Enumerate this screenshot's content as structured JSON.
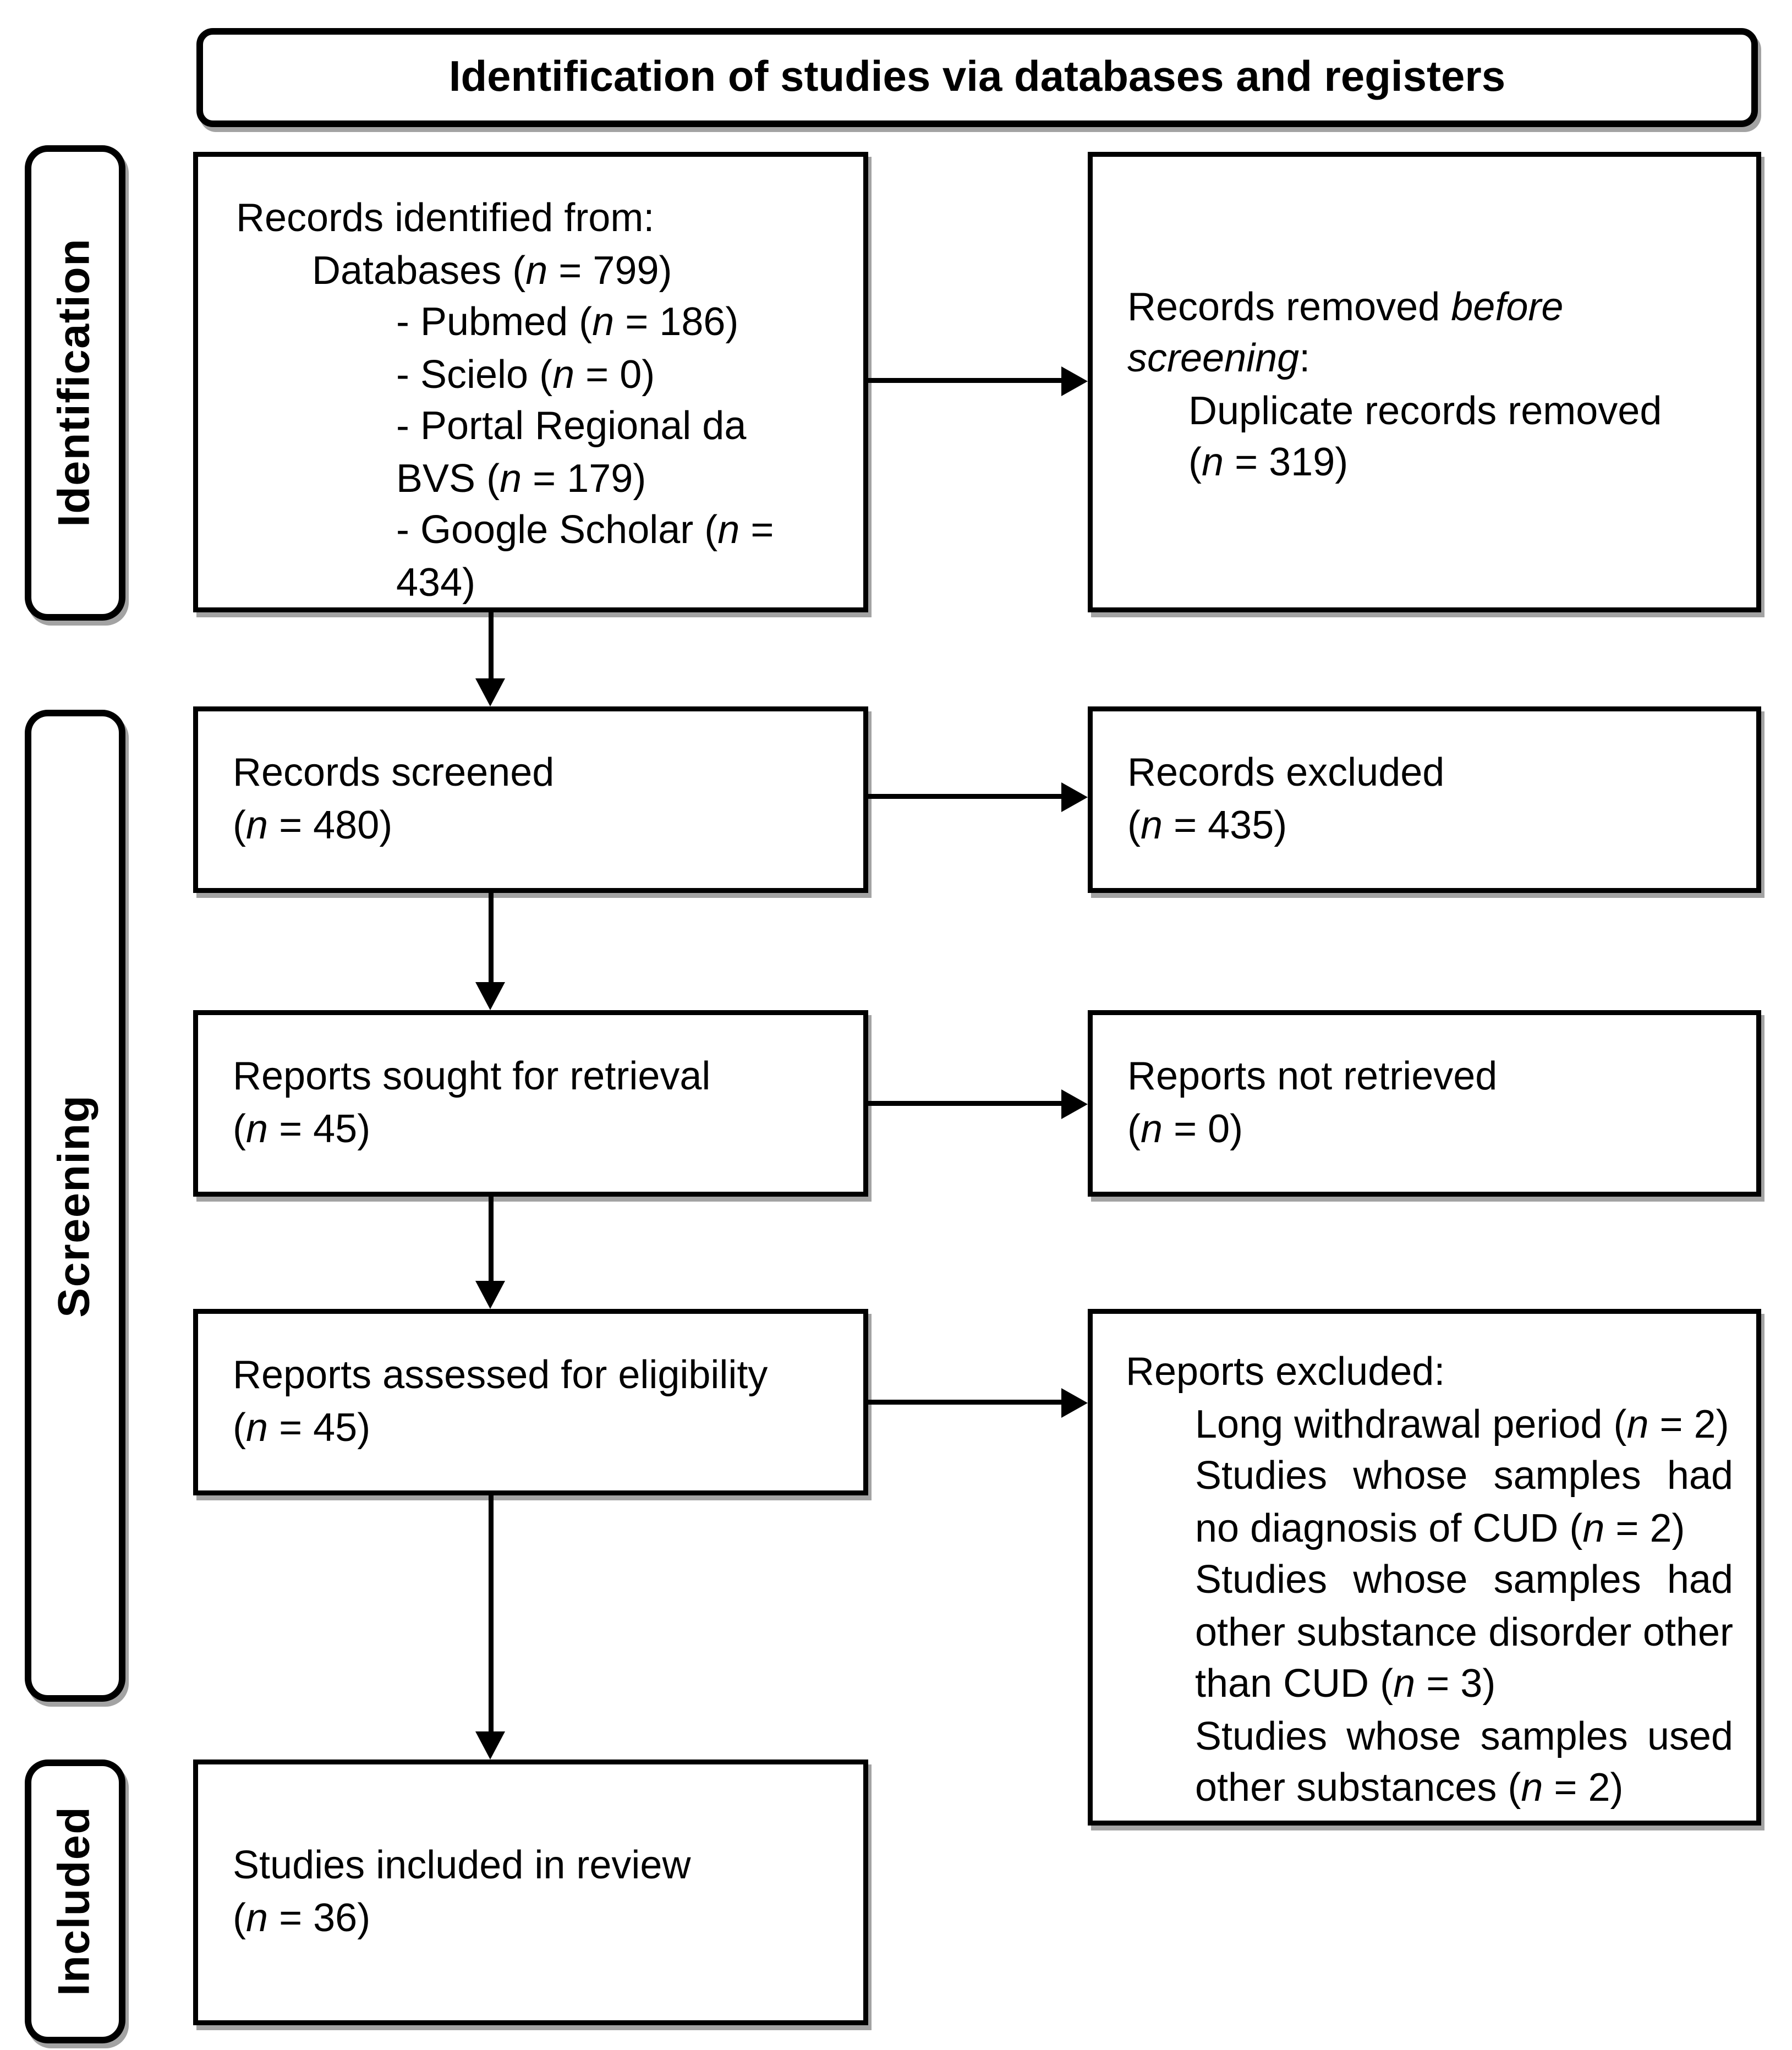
{
  "title": "Identification of studies via databases and registers",
  "sidebar": {
    "identification": "Identification",
    "screening": "Screening",
    "included": "Included"
  },
  "boxes": {
    "records_identified": {
      "lines": [
        "Records identified from:",
        "Databases (*n* = 799)",
        "- Pubmed (*n* = 186)",
        "- Scielo (*n* = 0)",
        "- Portal Regional da",
        "BVS (*n* = 179)",
        "- Google Scholar (*n* =",
        "434)"
      ]
    },
    "records_removed": {
      "lines": [
        "Records removed *before*",
        "*screening*:",
        "Duplicate records removed",
        "(*n* = 319)"
      ]
    },
    "records_screened": {
      "line1": "Records screened",
      "line2": "(*n* = 480)"
    },
    "records_excluded": {
      "line1": "Records excluded",
      "line2": "(*n* = 435)"
    },
    "reports_sought": {
      "line1": "Reports sought for retrieval",
      "line2": "(*n* = 45)"
    },
    "reports_not_retrieved": {
      "line1": "Reports not retrieved",
      "line2": "(*n* = 0)"
    },
    "reports_assessed": {
      "line1": "Reports assessed for eligibility",
      "line2": "(*n* = 45)"
    },
    "reports_excluded": {
      "heading": "Reports excluded:",
      "items": [
        "Long withdrawal period (*n* = 2)",
        "Studies whose samples had no diagnosis of CUD (*n* = 2)",
        "Studies whose samples had other substance disorder other than CUD (*n* = 3)",
        "Studies whose samples used other substances (*n* = 2)"
      ]
    },
    "studies_included": {
      "line1": "Studies included in review",
      "line2": "(*n* = 36)"
    }
  },
  "colors": {
    "border": "#000000",
    "background": "#ffffff",
    "shadow": "#a3a3a3"
  }
}
